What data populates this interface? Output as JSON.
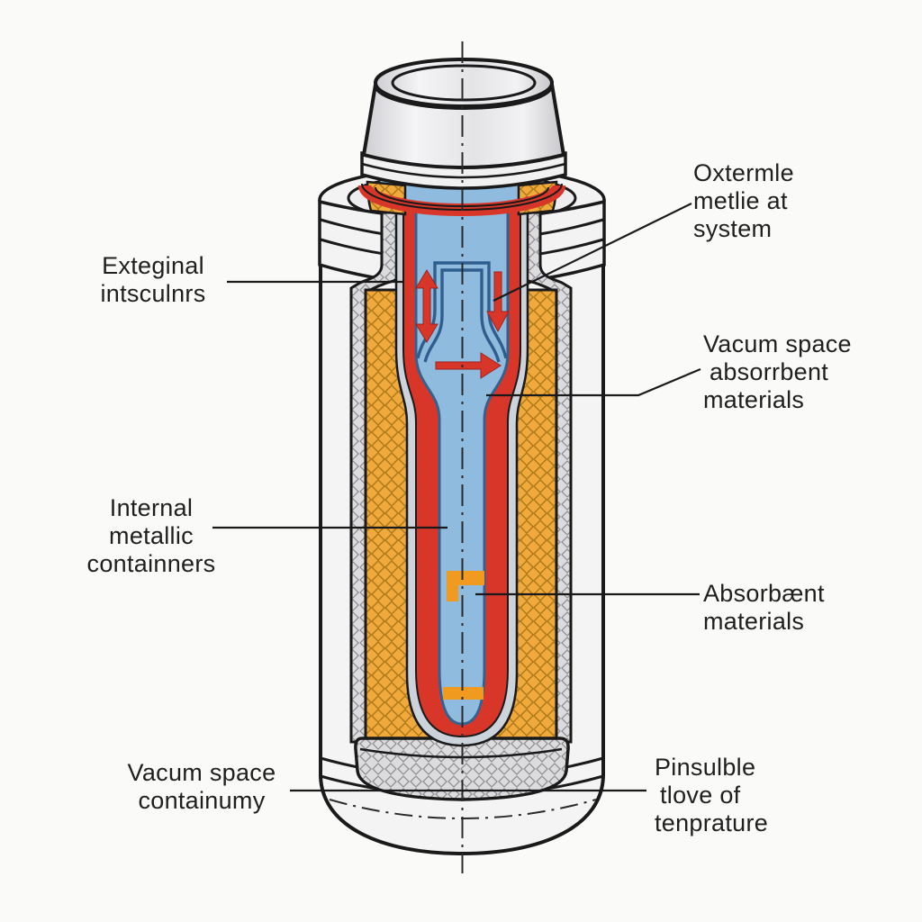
{
  "figure": {
    "type": "technical cutaway diagram",
    "subject": "vacuum flask (thermos) cross-section"
  },
  "labels": {
    "left_top": {
      "line1": "Exteginal",
      "line2": "intsculnrs"
    },
    "left_middle": {
      "line1": "Internal",
      "line2": "metallic",
      "line3": "containners"
    },
    "left_bottom": {
      "line1": "Vacum space",
      "line2": "containumy"
    },
    "right_top": {
      "line1": "Oxtermle",
      "line2": "metlie at",
      "line3": "system"
    },
    "right_upper_mid": {
      "line1": "Vacum space",
      "line2": "absorrbent",
      "line3": "materials"
    },
    "right_lower_mid": {
      "line1": "Absorbænt",
      "line2": "materials"
    },
    "right_bottom": {
      "line1": "Pinsulble",
      "line2": "tlove of",
      "line3": "tenprature"
    }
  },
  "colors": {
    "background": "#FAFAF9",
    "outline": "#1A1A1A",
    "body_white": "#F4F4F5",
    "collar_white": "#F3F3F4",
    "insulation_orange": "#F2A93B",
    "insulation_orange_line": "#9A6E14",
    "hatch_gray_bg": "#DCDCDE",
    "hatch_gray_line": "#8F8F93",
    "lining_red": "#D9362A",
    "liquid_blue": "#8FBBDF",
    "inner_tube_blue": "#2F5E8E",
    "wall_gray": "#CDD3DB",
    "marker_orange": "#F09B1F",
    "arrow_red": "#D9362A"
  }
}
